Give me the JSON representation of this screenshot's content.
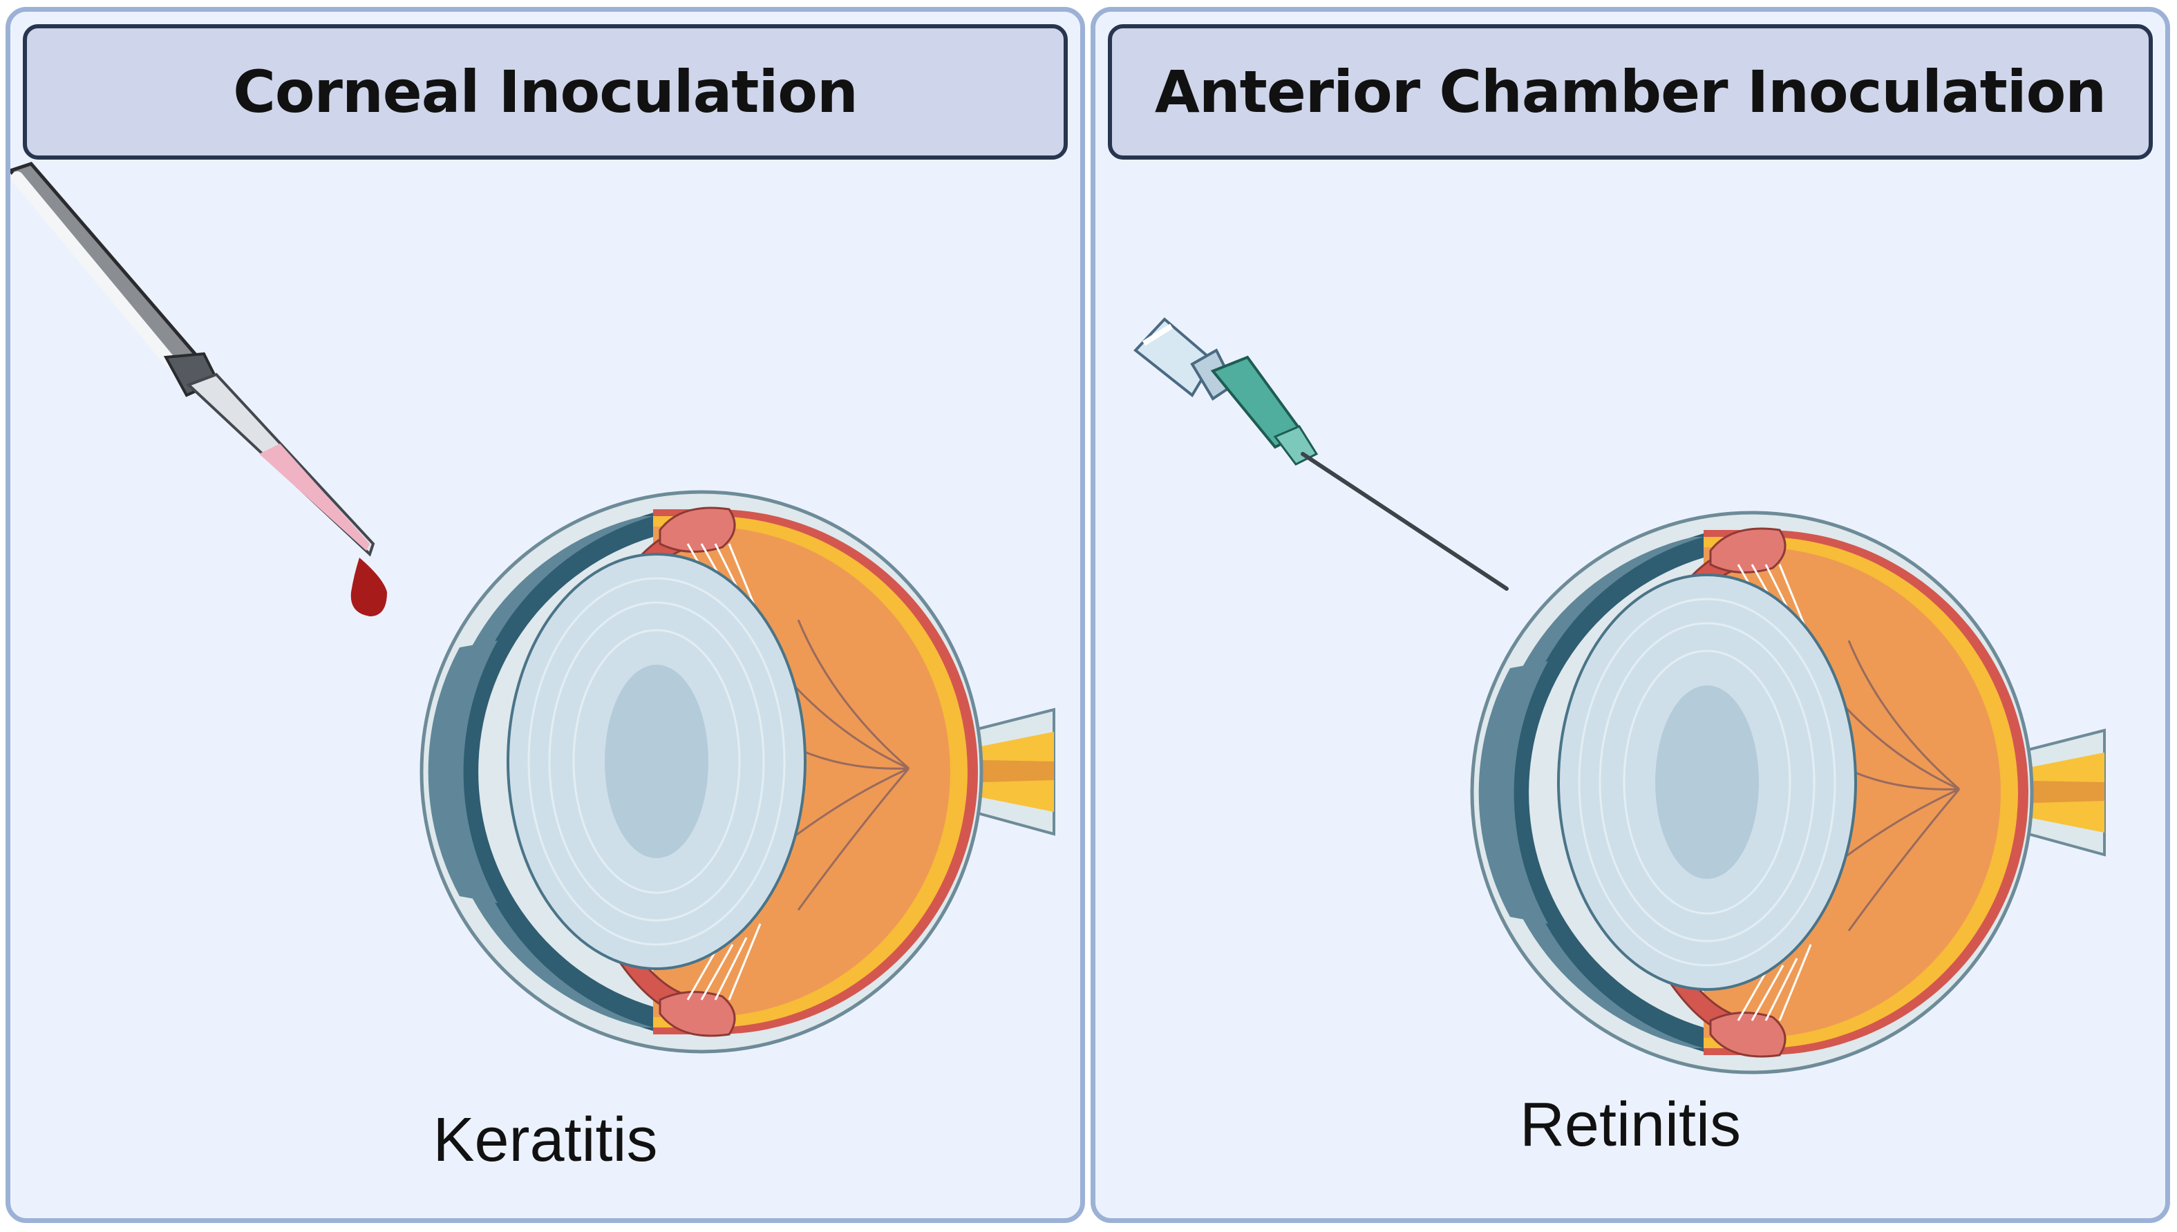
{
  "panels": [
    {
      "title": "Corneal Inoculation",
      "caption": "Keratitis",
      "tool": "micropipette-icon"
    },
    {
      "title": "Anterior Chamber Inoculation",
      "caption": "Retinitis",
      "tool": "syringe-needle-icon"
    }
  ],
  "colors": {
    "panel_background": "#ecf2fd",
    "panel_border": "#9cb1d6",
    "header_fill": "#cfd5ea",
    "header_border": "#27354f",
    "sclera": "#dfe8ec",
    "cornea_dark": "#2f5d72",
    "lens": "#cfdfe9",
    "retina_orange": "#ee9a55",
    "optic_nerve_yellow": "#f8c23a",
    "ciliary_body_red": "#d55a5a",
    "blood_drop": "#a81b1b",
    "needle_hub": "#4fae9e"
  }
}
